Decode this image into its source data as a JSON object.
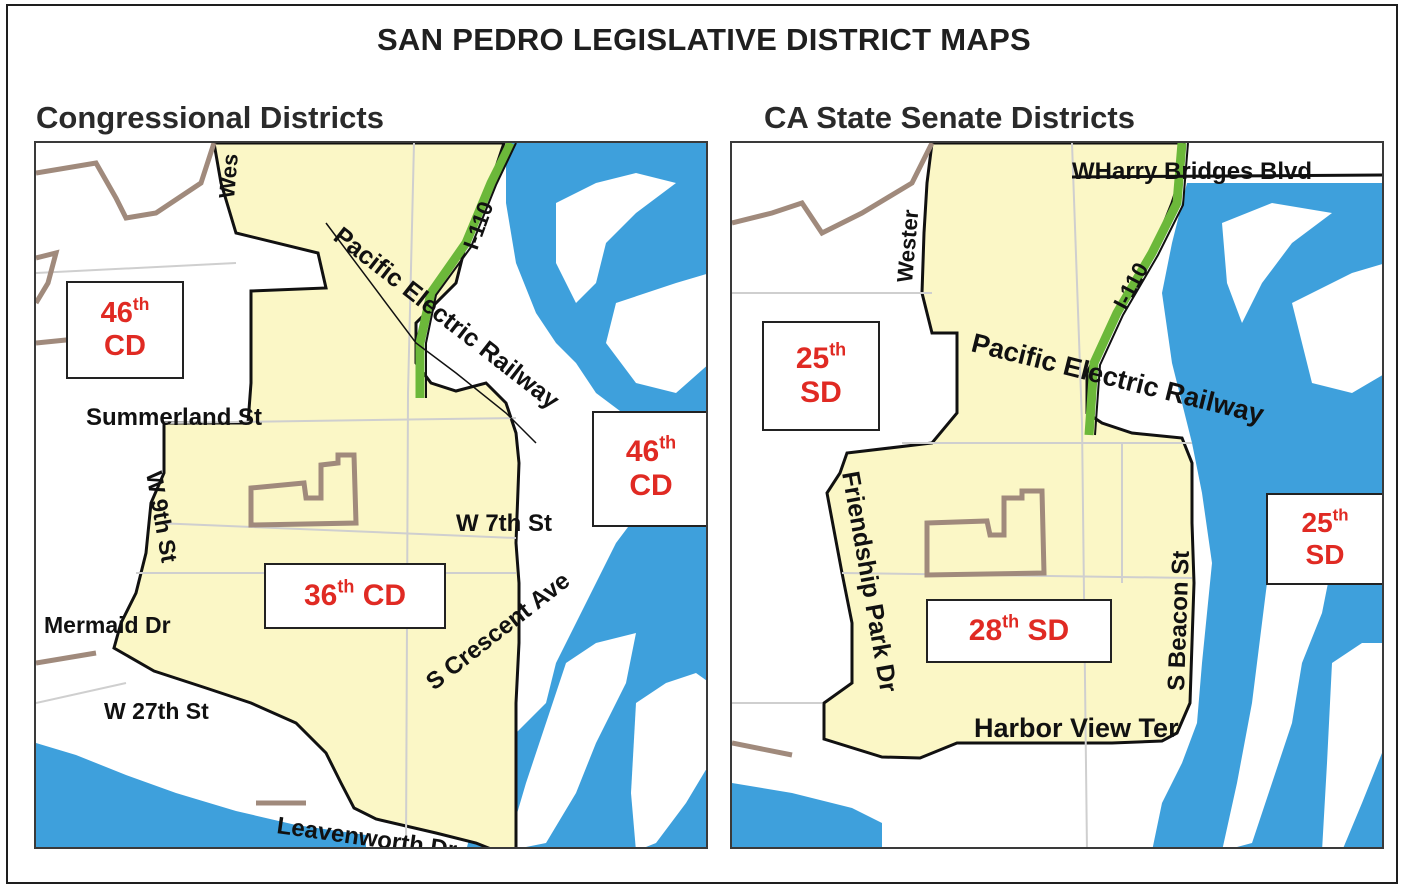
{
  "title": "SAN PEDRO LEGISLATIVE DISTRICT MAPS",
  "colors": {
    "water": "#3ea0dc",
    "district": "#fbf7c6",
    "outside": "#ffffff",
    "road_minor": "#cfcfcf",
    "boundary_other": "#a08a7c",
    "freeway": "#6cb83a",
    "district_line": "#111111",
    "label_text": "#e02a23"
  },
  "congressional": {
    "title": "Congressional Districts",
    "labels": {
      "cd46_left": {
        "num": "46",
        "sup": "th",
        "unit": "CD"
      },
      "cd46_right": {
        "num": "46",
        "sup": "th",
        "unit": "CD"
      },
      "cd36": {
        "num": "36",
        "sup": "th",
        "unit": "CD"
      }
    },
    "streets": {
      "western": "Wes",
      "i110": "I-110",
      "pacific_electric": "Pacific Electric Railway",
      "summerland": "Summerland St",
      "w9th": "W 9th St",
      "w7th": "W 7th St",
      "mermaid": "Mermaid Dr",
      "crescent": "S Crescent Ave",
      "w27th": "W 27th St",
      "leavenworth": "Leavenworth Dr"
    }
  },
  "senate": {
    "title": "CA State Senate Districts",
    "labels": {
      "sd25_left": {
        "num": "25",
        "sup": "th",
        "unit": "SD"
      },
      "sd25_right": {
        "num": "25",
        "sup": "th",
        "unit": "SD"
      },
      "sd28": {
        "num": "28",
        "sup": "th",
        "unit": "SD"
      }
    },
    "streets": {
      "harry_bridges": "WHarry Bridges Blvd",
      "western": "Wester",
      "i110": "I-110",
      "pacific_electric": "Pacific Electric Railway",
      "friendship": "Friendship Park Dr",
      "beacon": "S Beacon St",
      "harbor_view": "Harbor View Ter"
    }
  }
}
